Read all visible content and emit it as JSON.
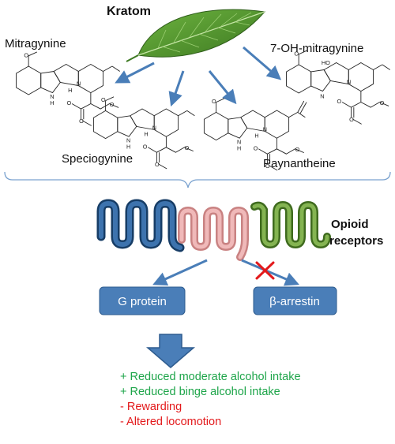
{
  "source_plant": {
    "label": "Kratom"
  },
  "alkaloids": [
    {
      "name": "Mitragynine"
    },
    {
      "name": "7-OH-mitragynine",
      "oh_label": "HO"
    },
    {
      "name": "Speciogynine"
    },
    {
      "name": "Paynantheine"
    }
  ],
  "atom_labels": {
    "nh": "N",
    "nh_h": "H",
    "n": "N",
    "h": "H"
  },
  "receptors": {
    "label_line1": "Opioid",
    "label_line2": "receptors",
    "colors": [
      "#2f5f96",
      "#e3a3a3",
      "#6b9a3a"
    ]
  },
  "signaling": {
    "g_protein": {
      "label": "G protein",
      "blocked": false
    },
    "beta_arrestin": {
      "label": "β-arrestin",
      "blocked": true
    }
  },
  "outcomes": [
    {
      "text": "+ Reduced moderate alcohol intake",
      "kind": "positive"
    },
    {
      "text": "+ Reduced binge alcohol intake",
      "kind": "positive"
    },
    {
      "text": "- Rewarding",
      "kind": "negative"
    },
    {
      "text": "- Altered locomotion",
      "kind": "negative"
    }
  ],
  "colors": {
    "arrow": "#4a7eb8",
    "box_fill": "#4a7eb8",
    "box_text": "#ffffff",
    "positive": "#1ea54a",
    "negative": "#e31a1c",
    "block_x": "#e31a1c",
    "leaf": "#4e8c2e"
  }
}
